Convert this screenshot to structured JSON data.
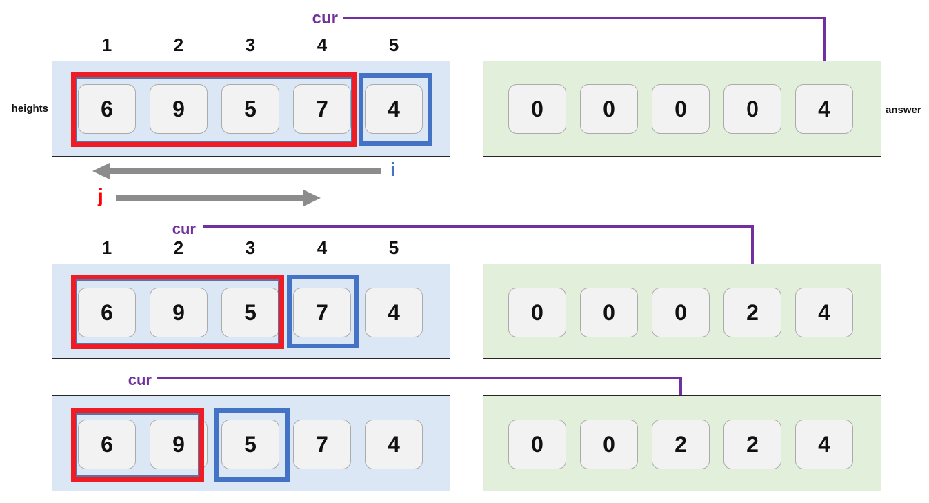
{
  "labels": {
    "cur": "cur",
    "heights": "heights",
    "answer": "answer",
    "i": "i",
    "j": "j"
  },
  "index_labels": [
    "1",
    "2",
    "3",
    "4",
    "5"
  ],
  "palette": {
    "red_box": "#ee1c25",
    "blue_box": "#4472c4",
    "purple_arrow": "#7030a0",
    "heights_container_bg": "#dbe7f4",
    "answer_container_bg": "#e2efda",
    "cell_bg": "#f2f2f2",
    "iteration_arrow_gray": "#8c8c8c",
    "i_label_blue": "#4472c4",
    "j_label_red": "#ff0000"
  },
  "steps": [
    {
      "heights": [
        "6",
        "9",
        "5",
        "7",
        "4"
      ],
      "answer": [
        "0",
        "0",
        "0",
        "0",
        "4"
      ],
      "red_box_cells": "1-4",
      "blue_box_cell": "5",
      "cur_arrow_target_cell": "5"
    },
    {
      "heights": [
        "6",
        "9",
        "5",
        "7",
        "4"
      ],
      "answer": [
        "0",
        "0",
        "0",
        "2",
        "4"
      ],
      "red_box_cells": "1-3",
      "blue_box_cell": "4",
      "cur_arrow_target_cell": "4"
    },
    {
      "heights": [
        "6",
        "9",
        "5",
        "7",
        "4"
      ],
      "answer": [
        "0",
        "0",
        "2",
        "2",
        "4"
      ],
      "red_box_cells": "1-2",
      "blue_box_cell": "3",
      "cur_arrow_target_cell": "3"
    }
  ]
}
